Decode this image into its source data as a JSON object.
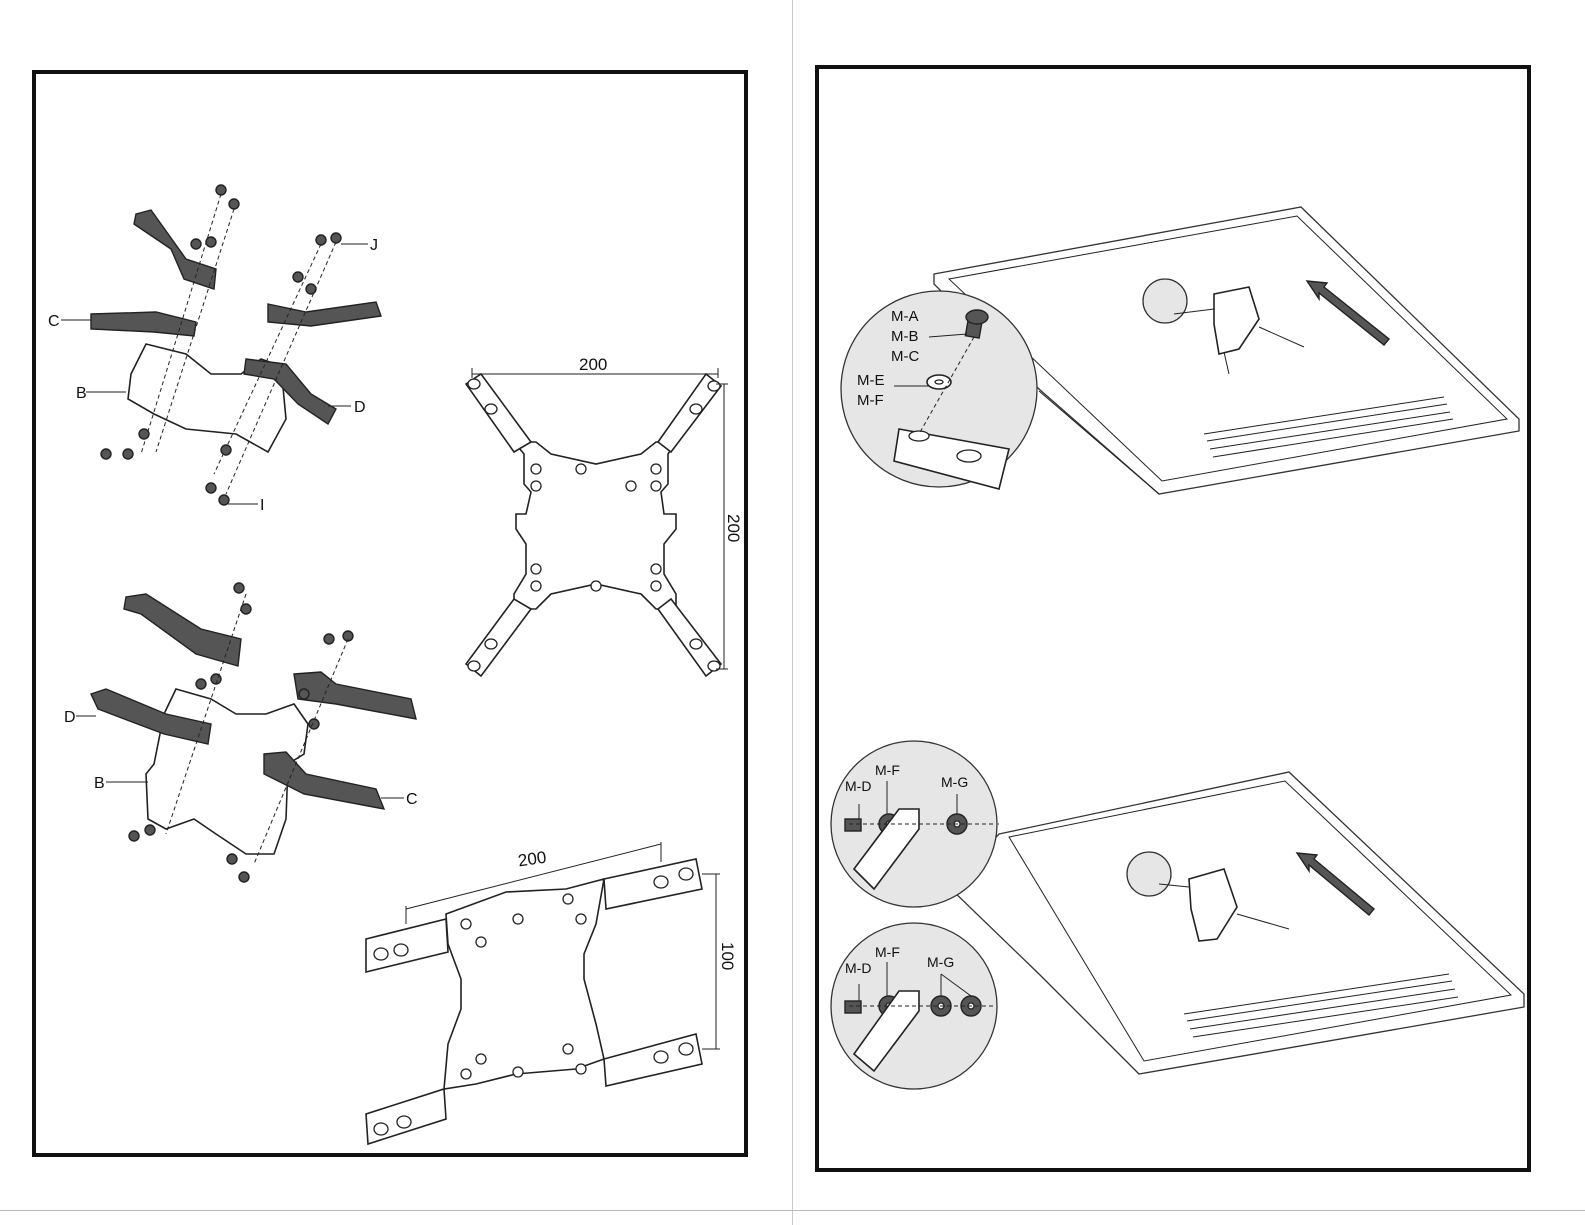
{
  "left_panel": {
    "top_exploded_labels": {
      "j": "J",
      "c": "C",
      "b": "B",
      "d": "D",
      "i": "I"
    },
    "bottom_exploded_labels": {
      "d": "D",
      "b": "B",
      "c": "C"
    },
    "bracket_200x200": {
      "width_label": "200",
      "height_label": "200"
    },
    "bracket_200x100": {
      "width_label": "200",
      "height_label": "100"
    }
  },
  "right_panel": {
    "top_detail_labels": {
      "ma": "M-A",
      "mb": "M-B",
      "mc": "M-C",
      "me": "M-E",
      "mf": "M-F"
    },
    "middle_detail_labels": {
      "md": "M-D",
      "mf": "M-F",
      "mg": "M-G"
    },
    "bottom_detail_labels": {
      "md": "M-D",
      "mf": "M-F",
      "mg": "M-G"
    }
  },
  "colors": {
    "line": "#222222",
    "bubble_fill": "#e6e6e6",
    "divider": "#c8c8c8"
  }
}
